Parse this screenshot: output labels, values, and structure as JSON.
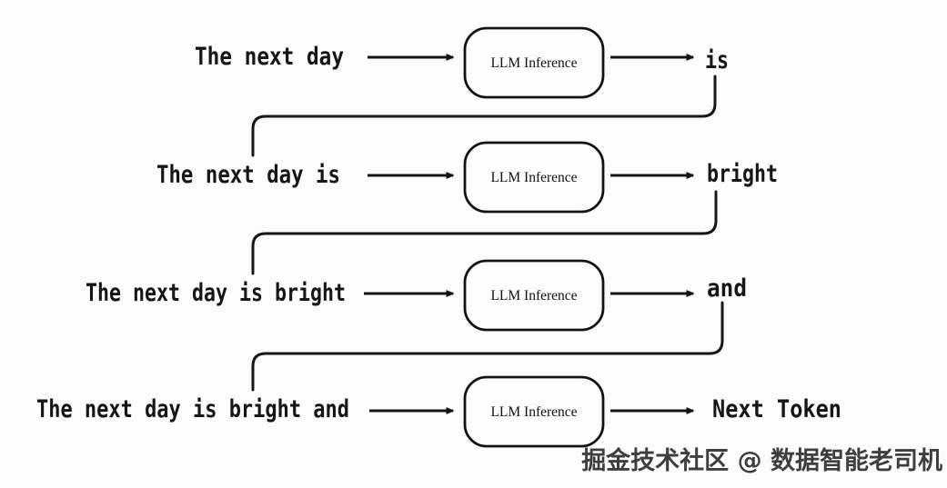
{
  "diagram": {
    "title_hint": "LLM autoregressive next-token generation loop",
    "box_label": "LLM Inference",
    "rows": [
      {
        "input": "The next day",
        "output": "is"
      },
      {
        "input": "The next day is",
        "output": "bright"
      },
      {
        "input": "The next day is bright",
        "output": "and"
      },
      {
        "input": "The next day is bright and",
        "output": "Next Token"
      }
    ],
    "watermark": "掘金技术社区 @ 数据智能老司机",
    "colors": {
      "ink": "#141414",
      "background": "#fcfcfc",
      "watermark_text": "#3e3e3e",
      "watermark_highlight": "#ffffff"
    }
  }
}
